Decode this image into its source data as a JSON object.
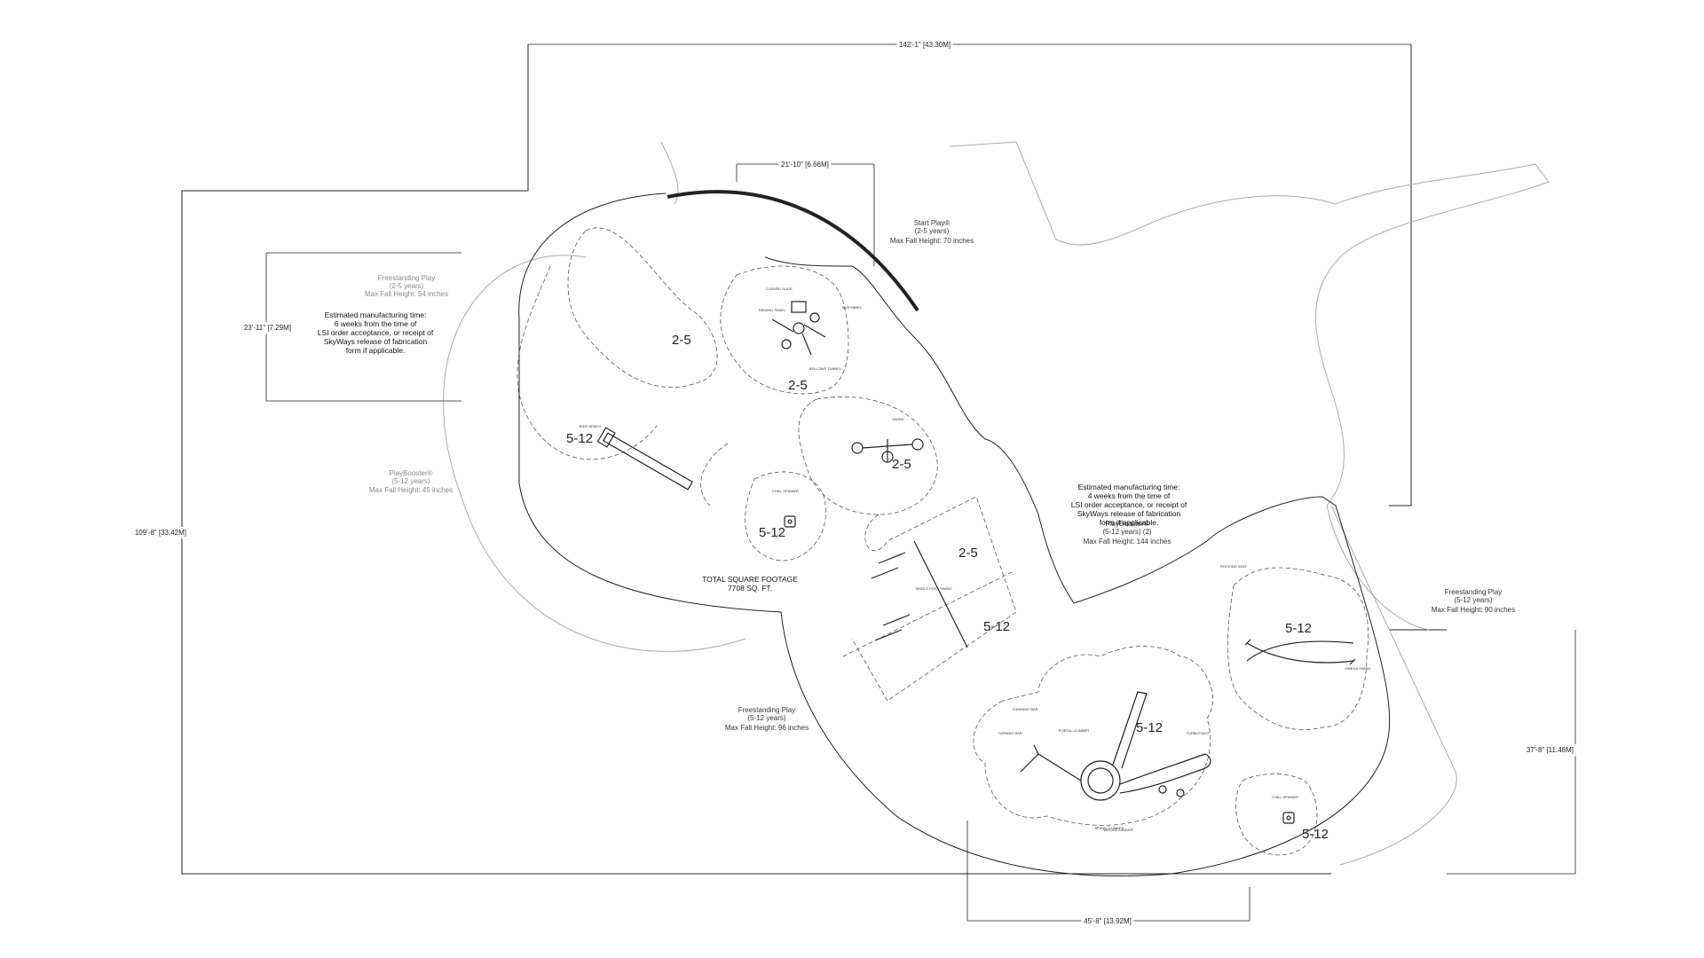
{
  "dimensions": {
    "top": "142'-1\" [43.30M]",
    "left": "109'-8\" [33.42M]",
    "inner_left": "23'-11\" [7.29M]",
    "arc": "21'-10\" [6.66M]",
    "right": "37'-8\" [11.48M]",
    "bottom": "45'-8\" [13.92M]"
  },
  "zones": {
    "a": "2-5",
    "b": "2-5",
    "c": "2-5",
    "d": "5-12",
    "e": "5-12",
    "f": "2-5",
    "g": "5-12",
    "h": "5-12",
    "i": "5-12",
    "j": "5-12"
  },
  "notes": {
    "freestanding_tl": [
      "Freestanding Play",
      "(2-5 years)",
      "Max Fall Height: 54 inches"
    ],
    "start_play": [
      "Start Play®",
      "(2-5 years)",
      "Max Fall Height: 70 inches"
    ],
    "playbooster_left": [
      "PlayBooster®",
      "(5-12 years)",
      "Max Fall Height: 45 inches"
    ],
    "freestanding_bottom": [
      "Freestanding Play",
      "(5-12 years)",
      "Max Fall Height: 96 inches"
    ],
    "freestanding_right": [
      "Freestanding Play",
      "(5-12 years)",
      "Max Fall Height: 90 inches"
    ],
    "playbooster_center": [
      "PlayBooster®",
      "(5-12 years) (2)",
      "Max Fall Height: 144 inches"
    ],
    "estimate_left": [
      "Estimated manufacturing time:",
      "6 weeks from the time of",
      "LSI order acceptance, or receipt of",
      "SkyWays release of fabrication",
      "form if applicable."
    ],
    "estimate_center": [
      "Estimated manufacturing time:",
      "4 weeks from the time of",
      "LSI order acceptance, or receipt of",
      "SkyWays release of fabrication",
      "form if applicable."
    ],
    "footage": [
      "TOTAL SQUARE FOOTAGE",
      "7708 SQ. FT."
    ]
  },
  "equipment_labels": {
    "curved_slide": "CURVED SLIDE",
    "driving_panel": "DRIVING PANEL",
    "bus_panel": "BUS PANEL",
    "tunnel": "BELLOWS TUNNEL",
    "swing": "SWING",
    "spinner": "CHILL SPINNER",
    "spinner2": "CHILL SPINNER",
    "bench": "RIDE BENCH",
    "climber": "SPIRAL CLIMBER",
    "chinning": "CHINNING BAR",
    "turning": "TURNING BAR",
    "portal": "PORTAL CLIMBER",
    "turbotwist": "TURBOTWIST",
    "wiggle": "WIGGLE LADDER",
    "swing_frame": "SINGLE POST SWING",
    "rocking": "ROCKING SEAT",
    "dolphin": "OMEGA SWING"
  }
}
